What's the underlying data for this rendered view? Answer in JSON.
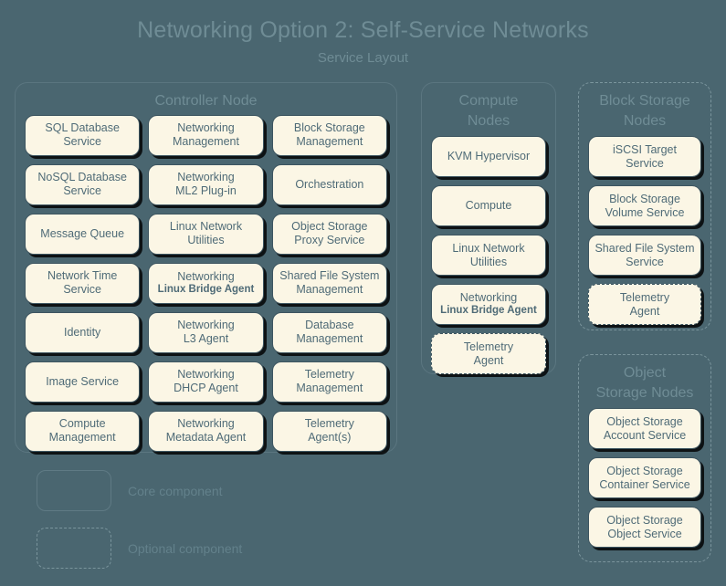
{
  "header": {
    "title": "Networking Option 2: Self-Service Networks",
    "subtitle": "Service Layout"
  },
  "colors": {
    "background": "#4a6670",
    "box_fill": "#fbf6e5",
    "box_text": "#4f6b77",
    "heading_text": "#6f8c95",
    "box_border": "#3d5560"
  },
  "groups": {
    "controller": {
      "title": "Controller Node",
      "border": "solid",
      "boxes": [
        {
          "l1": "SQL Database",
          "l2": "Service",
          "style": "solid"
        },
        {
          "l1": "Networking",
          "l2": "Management",
          "style": "solid"
        },
        {
          "l1": "Block Storage",
          "l2": "Management",
          "style": "solid"
        },
        {
          "l1": "NoSQL Database",
          "l2": "Service",
          "style": "solid"
        },
        {
          "l1": "Networking",
          "l2": "ML2 Plug-in",
          "style": "solid"
        },
        {
          "l1": "Orchestration",
          "l2": "",
          "style": "solid"
        },
        {
          "l1": "Message Queue",
          "l2": "",
          "style": "solid"
        },
        {
          "l1": "Linux Network",
          "l2": "Utilities",
          "style": "solid"
        },
        {
          "l1": "Object Storage",
          "l2": "Proxy Service",
          "style": "solid"
        },
        {
          "l1": "Network Time",
          "l2": "Service",
          "style": "solid"
        },
        {
          "l1": "Networking",
          "l2": "Linux Bridge Agent",
          "style": "solid",
          "emphasis": "small-bold"
        },
        {
          "l1": "Shared File System",
          "l2": "Management",
          "style": "solid"
        },
        {
          "l1": "Identity",
          "l2": "",
          "style": "solid"
        },
        {
          "l1": "Networking",
          "l2": "L3 Agent",
          "style": "solid"
        },
        {
          "l1": "Database",
          "l2": "Management",
          "style": "solid"
        },
        {
          "l1": "Image Service",
          "l2": "",
          "style": "solid"
        },
        {
          "l1": "Networking",
          "l2": "DHCP Agent",
          "style": "solid"
        },
        {
          "l1": "Telemetry",
          "l2": "Management",
          "style": "solid"
        },
        {
          "l1": "Compute",
          "l2": "Management",
          "style": "solid"
        },
        {
          "l1": "Networking",
          "l2": "Metadata Agent",
          "style": "solid"
        },
        {
          "l1": "Telemetry",
          "l2": "Agent(s)",
          "style": "solid"
        }
      ]
    },
    "compute": {
      "title": "Compute\nNodes",
      "title_lines": [
        "Compute",
        "Nodes"
      ],
      "border": "solid",
      "boxes": [
        {
          "l1": "KVM Hypervisor",
          "l2": "",
          "style": "solid"
        },
        {
          "l1": "Compute",
          "l2": "",
          "style": "solid"
        },
        {
          "l1": "Linux Network",
          "l2": "Utilities",
          "style": "solid"
        },
        {
          "l1": "Networking",
          "l2": "Linux Bridge Agent",
          "style": "solid",
          "emphasis": "small-bold"
        },
        {
          "l1": "Telemetry",
          "l2": "Agent",
          "style": "dashed"
        }
      ]
    },
    "blockstorage": {
      "title_lines": [
        "Block Storage",
        "Nodes"
      ],
      "border": "dashed",
      "boxes": [
        {
          "l1": "iSCSI Target",
          "l2": "Service",
          "style": "solid"
        },
        {
          "l1": "Block Storage",
          "l2": "Volume Service",
          "style": "solid"
        },
        {
          "l1": "Shared File System",
          "l2": "Service",
          "style": "solid"
        },
        {
          "l1": "Telemetry",
          "l2": "Agent",
          "style": "dashed"
        }
      ]
    },
    "objectstorage": {
      "title_lines": [
        "Object",
        "Storage Nodes"
      ],
      "border": "dashed",
      "boxes": [
        {
          "l1": "Object Storage",
          "l2": "Account Service",
          "style": "solid"
        },
        {
          "l1": "Object Storage",
          "l2": "Container Service",
          "style": "solid"
        },
        {
          "l1": "Object Storage",
          "l2": "Object Service",
          "style": "solid"
        }
      ]
    }
  },
  "legend": [
    {
      "label": "Core component",
      "style": "solid"
    },
    {
      "label": "Optional component",
      "style": "dashed"
    }
  ]
}
